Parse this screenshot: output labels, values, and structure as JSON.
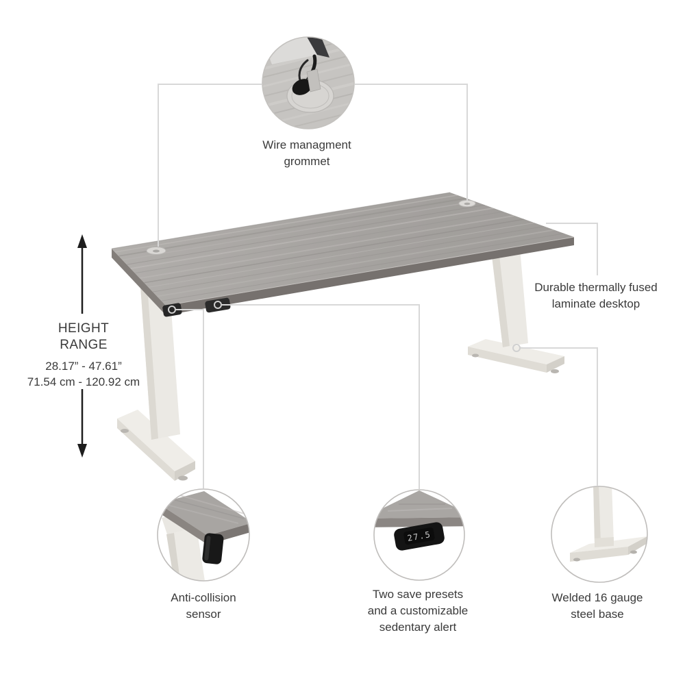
{
  "product": "height adjustable standing desk feature diagram",
  "colors": {
    "background": "#ffffff",
    "callout_line": "#d8d8d8",
    "text": "#3a3a3a",
    "desk_top": "#a8a5a2",
    "desk_edge": "#76716e",
    "leg_white": "#ebe9e4",
    "sensor_black": "#1a1a1a",
    "arrow": "#1d1d1d"
  },
  "callouts": {
    "wire_grommet": {
      "lines": [
        "Wire managment",
        "grommet"
      ]
    },
    "height_range": {
      "line1": "HEIGHT",
      "line2": "RANGE",
      "inches": "28.17” - 47.61”",
      "cm": "71.54 cm - 120.92 cm"
    },
    "desktop": {
      "lines": [
        "Durable thermally fused",
        "laminate desktop"
      ]
    },
    "anti_collision": {
      "lines": [
        "Anti-collision",
        "sensor"
      ]
    },
    "presets": {
      "lines": [
        "Two save presets",
        "and a customizable",
        "sedentary alert"
      ]
    },
    "steel_base": {
      "lines": [
        "Welded 16 gauge",
        "steel base"
      ]
    }
  },
  "insets": {
    "display": {
      "value": "27.5"
    }
  }
}
